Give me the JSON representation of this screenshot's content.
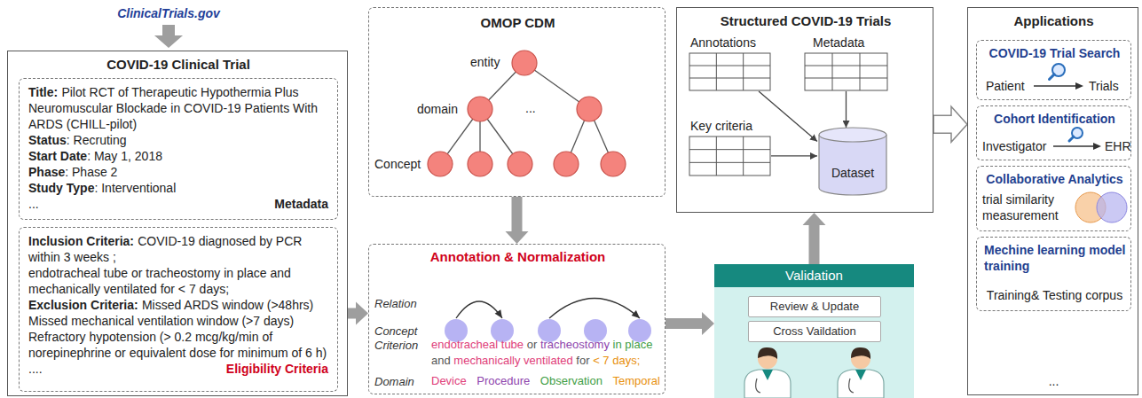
{
  "diagram": {
    "nodes": [
      {
        "text": [
          "COVID-19 Clinical Trial"
        ]
      },
      {
        "text": [
          "Title:",
          "Pilot RCT of Therapeutic Hypothermia Plus Neuromuscular Blockade in COVID-19 Patients With ARDS (CHILL-pilot)",
          "Status",
          ": Recruting",
          "Start Date",
          ": May 1, 2018",
          "Phase",
          ": Phase 2",
          "Study Type",
          ": Interventional",
          "...",
          "Metadata"
        ],
        "in": 0
      },
      {
        "text": [
          "Inclusion Criteria:",
          "COVID-19 diagnosed by PCR within 3 weeks ;",
          "endotracheal tube or tracheostomy in place and mechanically ventilated for < 7 days;",
          "Exclusion Criteria:",
          "Missed ARDS window (>48hrs)",
          "Missed mechanical ventilation window (>7 days)",
          "Refractory hypotension (> 0.2 mcg/kg/min of norepinephrine or equivalent dose for minimum of 6 h)",
          "....",
          "Eligibility Criteria"
        ],
        "in": 0
      },
      {
        "text": [
          "OMOP CDM",
          "entity",
          "domain",
          "...",
          "Concept"
        ]
      },
      {
        "text": [
          "Annotation & Normalization",
          "Relation",
          "Concept",
          "Criterion",
          "Domain",
          "endotracheal tube",
          "or",
          "tracheostomy",
          "in place",
          "and",
          "mechanically ventilated",
          "for",
          "< 7 days;",
          "Device",
          "Procedure",
          "Observation",
          "Temporal"
        ]
      },
      {
        "text": [
          "Validation"
        ]
      },
      {
        "text": [
          "Review & Update"
        ],
        "in": 5
      },
      {
        "text": [
          "Cross Vaildation"
        ],
        "in": 5
      },
      {
        "text": [
          "Structured COVID-19 Trials"
        ]
      },
      {
        "text": [
          "Annotations"
        ],
        "in": 8
      },
      {
        "text": [
          "Metadata"
        ],
        "in": 8
      },
      {
        "text": [
          "Key criteria"
        ],
        "in": 8
      },
      {
        "text": [
          "Dataset"
        ],
        "in": 8
      },
      {
        "text": [
          "Applications",
          "..."
        ]
      },
      {
        "text": [
          "COVID-19 Trial Search",
          "Patient",
          "Trials"
        ],
        "in": 13
      },
      {
        "text": [
          "Cohort Identification",
          "Investigator",
          "EHR"
        ],
        "in": 13
      },
      {
        "text": [
          "Collaborative Analytics",
          "trial similarity measurement"
        ],
        "in": 13
      },
      {
        "text": [
          "Mechine learning model training",
          "Training& Testing corpus"
        ],
        "in": 13
      }
    ],
    "edges": [
      {
        "from": 0,
        "to": 4,
        "arrow": "to"
      },
      {
        "from": 3,
        "to": 4,
        "arrow": "to"
      },
      {
        "from": 4,
        "to": 5,
        "arrow": "to"
      },
      {
        "from": 5,
        "to": 8,
        "arrow": "to"
      },
      {
        "from": 8,
        "to": 13,
        "arrow": "to"
      },
      {
        "from": 9,
        "to": 12,
        "arrow": "to"
      },
      {
        "from": 10,
        "to": 12,
        "arrow": "to"
      },
      {
        "from": 11,
        "to": 12,
        "arrow": "to"
      }
    ],
    "labels": [
      "ClinicalTrials.gov"
    ]
  }
}
